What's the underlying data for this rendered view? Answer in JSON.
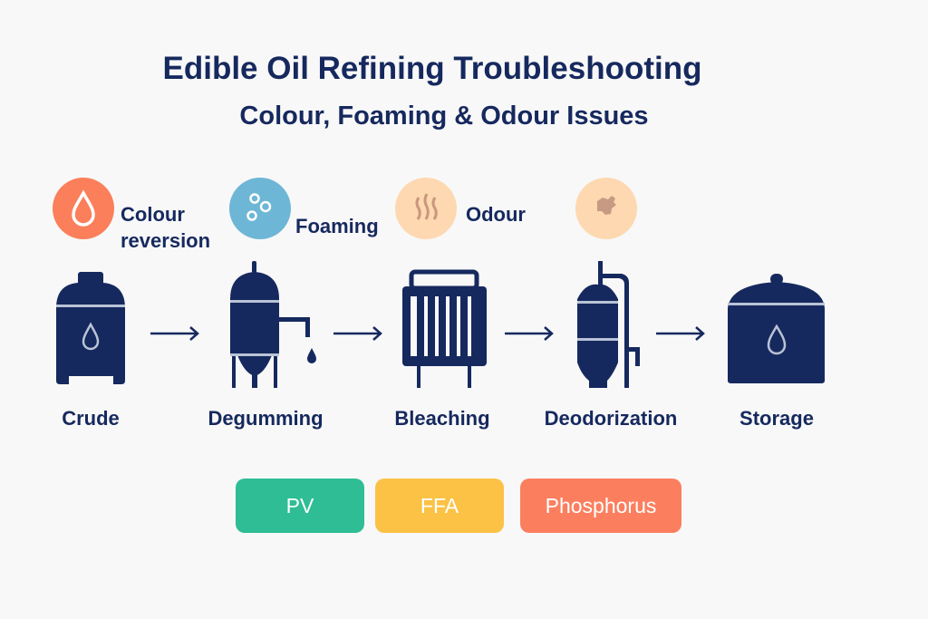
{
  "title": "Edible Oil Refining Troubleshooting",
  "subtitle": "Colour, Foaming & Odour Issues",
  "issues": [
    {
      "line1": "Colour",
      "line2": "reversion",
      "icon": "droplet-icon",
      "color": "#fb7f5a"
    },
    {
      "label": "Foaming",
      "icon": "bubbles-icon",
      "color": "#6db6d6"
    },
    {
      "label": "Odour",
      "icon": "odour-waves-icon",
      "color": "#fdd8b0"
    },
    {
      "icon": "stain-icon",
      "color": "#fdd8b0"
    }
  ],
  "stages": [
    "Crude",
    "Degumming",
    "Bleaching",
    "Deodorization",
    "Storage"
  ],
  "badges": [
    {
      "label": "PV",
      "color": "#2ebd94"
    },
    {
      "label": "FFA",
      "color": "#fbc246"
    },
    {
      "label": "Phosphorus",
      "color": "#fb7f5f"
    }
  ],
  "colors": {
    "navy": "#16295e",
    "band": "#b9c3d6",
    "background": "#f8f8f8"
  }
}
